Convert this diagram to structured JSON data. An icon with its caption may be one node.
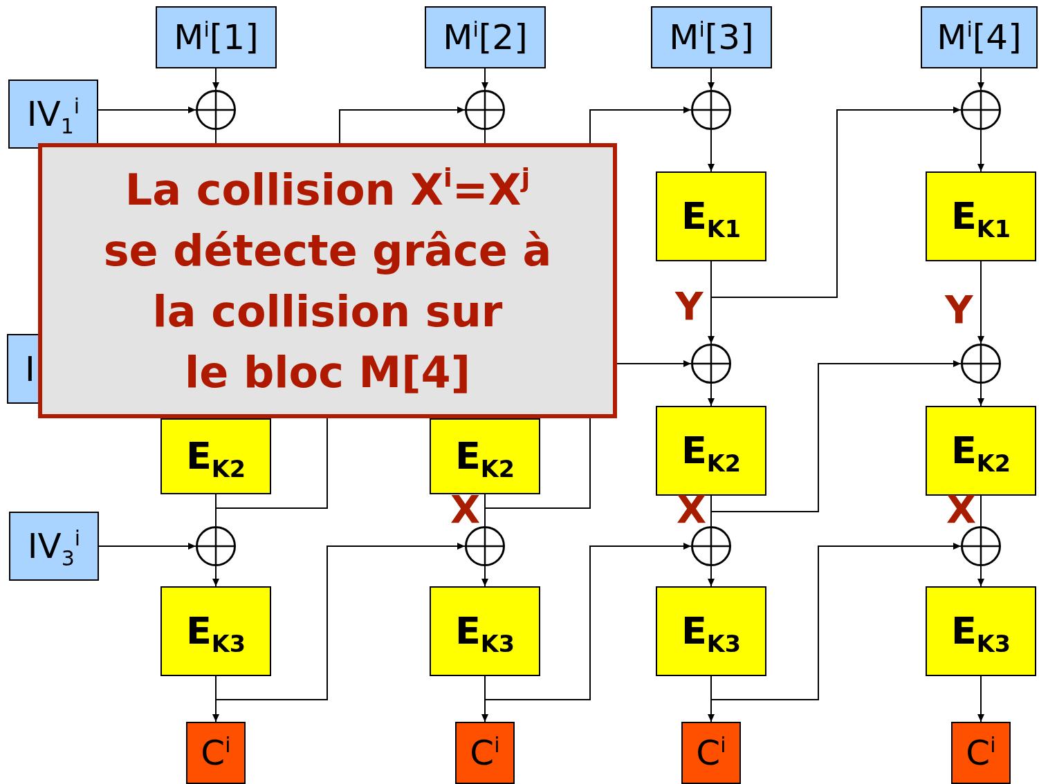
{
  "diagram": {
    "nodes": [
      {
        "text": [
          "M$^{i}$[1]"
        ]
      },
      {
        "text": [
          "M$^{i}$[2]"
        ]
      },
      {
        "text": [
          "M$^{i}$[3]"
        ]
      },
      {
        "text": [
          "M$^{i}$[4]"
        ]
      },
      {
        "text": [
          "IV$_{1}$$^{i}$"
        ]
      },
      {
        "text": [],
        "shape": "circle"
      },
      {
        "text": [],
        "shape": "circle"
      },
      {
        "text": [],
        "shape": "circle"
      },
      {
        "text": [],
        "shape": "circle"
      },
      {
        "text": [
          "La collision X$^{i}$=X$^{j}$ se détecte grâce à la collision sur le bloc M[4]"
        ]
      },
      {
        "text": [
          "E$_{K1}$"
        ]
      },
      {
        "text": [
          "E$_{K1}$"
        ]
      },
      {
        "text": [
          "I"
        ]
      },
      {
        "text": [],
        "shape": "circle"
      },
      {
        "text": [],
        "shape": "circle"
      },
      {
        "text": [
          "E$_{K2}$"
        ]
      },
      {
        "text": [
          "E$_{K2}$"
        ]
      },
      {
        "text": [
          "E$_{K2}$"
        ]
      },
      {
        "text": [
          "E$_{K2}$"
        ]
      },
      {
        "text": [
          "IV$_{3}$$^{i}$"
        ]
      },
      {
        "text": [],
        "shape": "circle"
      },
      {
        "text": [],
        "shape": "circle"
      },
      {
        "text": [],
        "shape": "circle"
      },
      {
        "text": [],
        "shape": "circle"
      },
      {
        "text": [
          "E$_{K3}$"
        ]
      },
      {
        "text": [
          "E$_{K3}$"
        ]
      },
      {
        "text": [
          "E$_{K3}$"
        ]
      },
      {
        "text": [
          "E$_{K3}$"
        ]
      },
      {
        "text": [
          "C$^{i}$"
        ]
      },
      {
        "text": [
          "C$^{i}$"
        ]
      },
      {
        "text": [
          "C$^{i}$"
        ]
      },
      {
        "text": [
          "C$^{i}$"
        ]
      }
    ],
    "edges": [
      {
        "from": 0,
        "to": 5,
        "arrow": "to"
      },
      {
        "from": 1,
        "to": 6,
        "arrow": "to"
      },
      {
        "from": 2,
        "to": 7,
        "arrow": "to"
      },
      {
        "from": 3,
        "to": 8,
        "arrow": "to"
      },
      {
        "from": 4,
        "to": 5,
        "arrow": "to"
      },
      {
        "from": 9,
        "to": 6,
        "arrow": "to"
      },
      {
        "from": 9,
        "to": 7,
        "arrow": "to"
      },
      {
        "from": 10,
        "to": 8,
        "arrow": "to"
      },
      {
        "from": 5,
        "to": 9,
        "arrow": "none"
      },
      {
        "from": 6,
        "to": 9,
        "arrow": "none"
      },
      {
        "from": 7,
        "to": 10,
        "arrow": "to"
      },
      {
        "from": 8,
        "to": 11,
        "arrow": "to"
      },
      {
        "from": 10,
        "to": 13,
        "arrow": "to"
      },
      {
        "from": 11,
        "to": 14,
        "arrow": "to"
      },
      {
        "from": 9,
        "to": 13,
        "arrow": "to"
      },
      {
        "from": 17,
        "to": 14,
        "arrow": "to"
      },
      {
        "from": 13,
        "to": 17,
        "arrow": "to"
      },
      {
        "from": 14,
        "to": 18,
        "arrow": "to"
      },
      {
        "from": 15,
        "to": 20,
        "arrow": "none"
      },
      {
        "from": 15,
        "to": 9,
        "arrow": "none"
      },
      {
        "from": 19,
        "to": 20,
        "arrow": "to"
      },
      {
        "from": 16,
        "to": 21,
        "arrow": "none"
      },
      {
        "from": 16,
        "to": 9,
        "arrow": "none"
      },
      {
        "from": 17,
        "to": 22,
        "arrow": "none"
      },
      {
        "from": 18,
        "to": 23,
        "arrow": "none"
      },
      {
        "from": 20,
        "to": 24,
        "arrow": "to"
      },
      {
        "from": 21,
        "to": 25,
        "arrow": "to"
      },
      {
        "from": 22,
        "to": 26,
        "arrow": "to"
      },
      {
        "from": 23,
        "to": 27,
        "arrow": "to"
      },
      {
        "from": 24,
        "to": 28,
        "arrow": "to"
      },
      {
        "from": 25,
        "to": 29,
        "arrow": "to"
      },
      {
        "from": 26,
        "to": 30,
        "arrow": "to"
      },
      {
        "from": 27,
        "to": 31,
        "arrow": "to"
      },
      {
        "from": 24,
        "to": 21,
        "arrow": "to"
      },
      {
        "from": 25,
        "to": 22,
        "arrow": "to"
      },
      {
        "from": 26,
        "to": 23,
        "arrow": "to"
      }
    ],
    "labels": [
      "Y",
      "Y",
      "X",
      "X",
      "X"
    ]
  }
}
